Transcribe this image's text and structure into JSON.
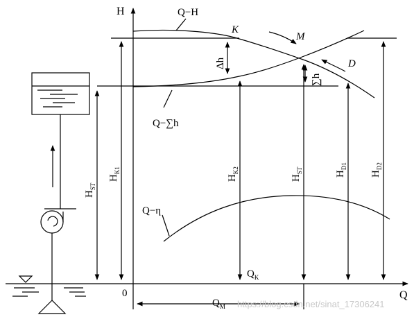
{
  "axes": {
    "y_label": "H",
    "x_label": "Q",
    "origin_label": "0"
  },
  "curves": {
    "q_h": "Q−H",
    "q_sum_h": "Q−∑h",
    "q_eta": "Q−η"
  },
  "points": {
    "k": "K",
    "m": "M",
    "d": "D"
  },
  "heads": {
    "hk1": {
      "base": "H",
      "sub": "K1"
    },
    "hk2": {
      "base": "H",
      "sub": "K2"
    },
    "hst_mid": {
      "base": "H",
      "sub": "ST"
    },
    "hd1": {
      "base": "H",
      "sub": "D1"
    },
    "hd2": {
      "base": "H",
      "sub": "D2"
    },
    "hst_left": {
      "base": "H",
      "sub": "ST"
    }
  },
  "losses": {
    "delta_h": "Δh",
    "sum_h": "∑h"
  },
  "flows": {
    "qk": {
      "base": "Q",
      "sub": "K"
    },
    "qm": {
      "base": "Q",
      "sub": "M"
    }
  },
  "watermark": "https://blog.csdn.net/sinat_17306241"
}
